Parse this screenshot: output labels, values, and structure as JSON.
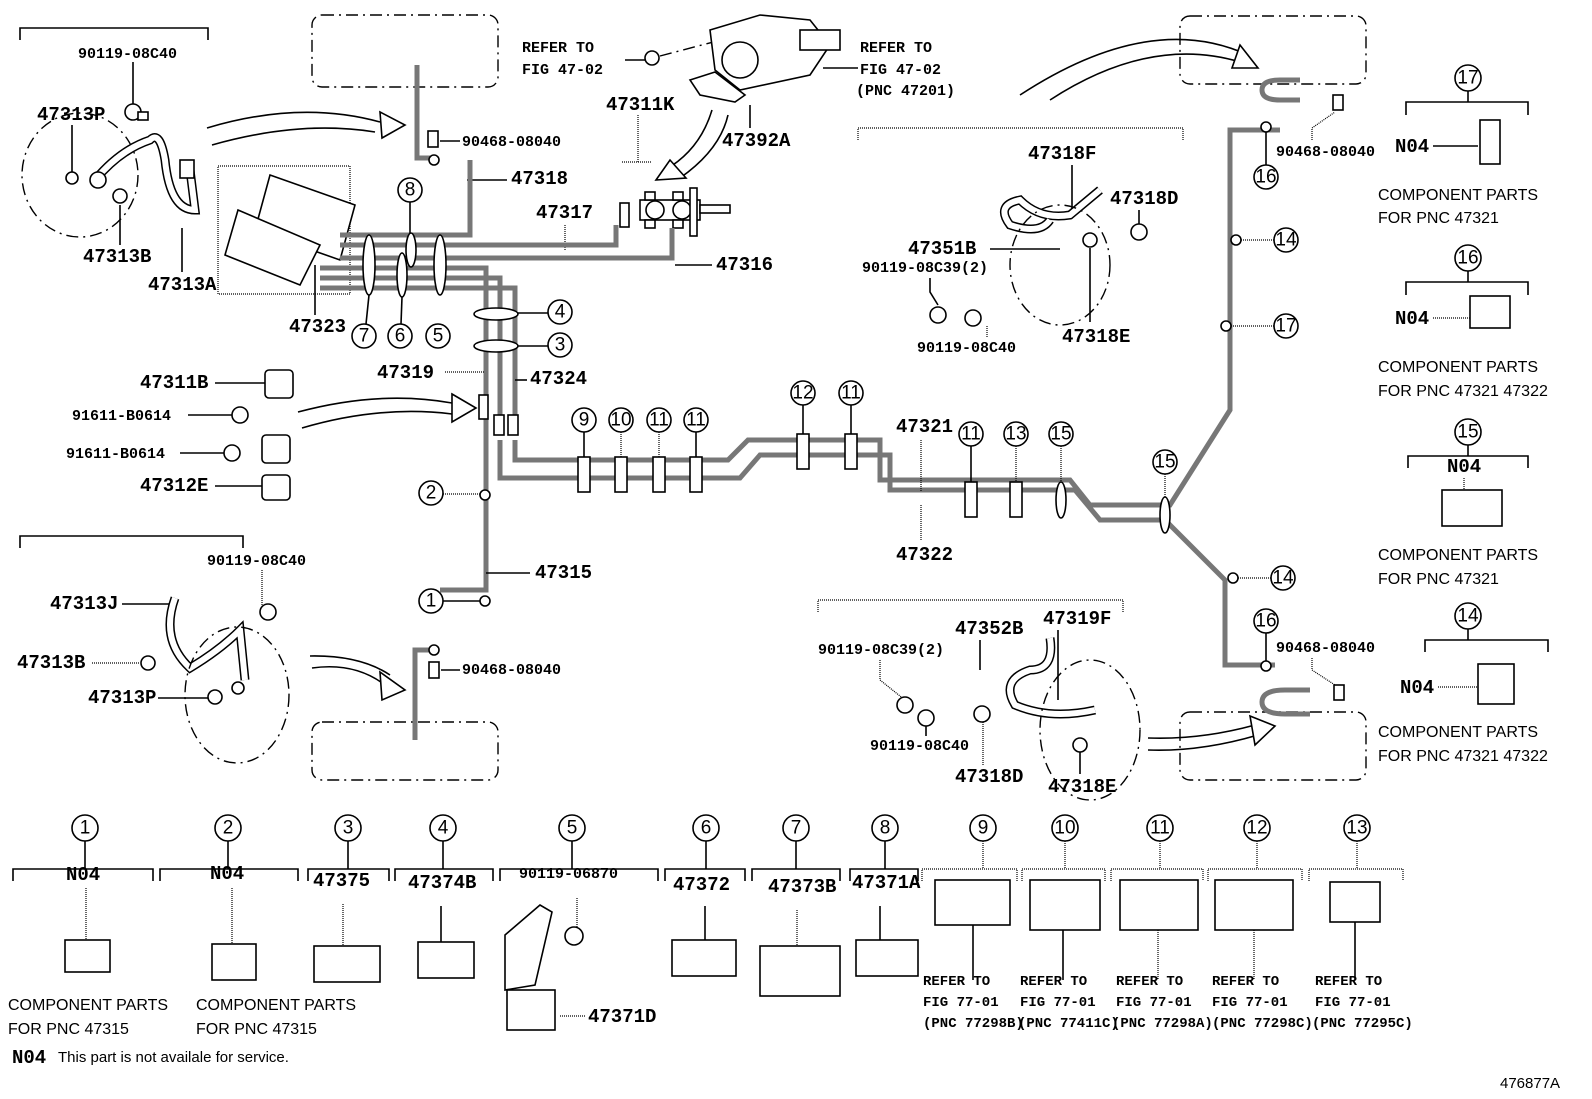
{
  "figure_id": "476877A",
  "note": {
    "code": "N04",
    "text": "This part is not availale for service."
  },
  "top_left_group": {
    "bolt": "90119-08C40",
    "labels": [
      "47313P",
      "47313B",
      "47313A"
    ]
  },
  "bottom_left_group": {
    "bolt": "90119-08C40",
    "labels": [
      "47313J",
      "47313B",
      "47313P"
    ]
  },
  "left_clamps": {
    "labels": [
      "47311B",
      "91611-B0614",
      "91611-B0614",
      "47312E"
    ]
  },
  "master_cylinder": {
    "refer_left": [
      "REFER TO",
      "FIG 47-02"
    ],
    "refer_right": [
      "REFER TO",
      "FIG 47-02",
      "(PNC 47201)"
    ],
    "labels": [
      "47311K",
      "47392A"
    ]
  },
  "main_lines": {
    "labels": {
      "clip_top_left": "90468-08040",
      "p47318": "47318",
      "p47317": "47317",
      "p47316": "47316",
      "p47323": "47323",
      "p47319": "47319",
      "p47324": "47324",
      "p47315": "47315",
      "clip_bottom_left": "90468-08040",
      "p47321": "47321",
      "p47322": "47322",
      "clip_top_right": "90468-08040",
      "clip_bottom_right": "90468-08040"
    },
    "callouts": [
      "8",
      "7",
      "6",
      "5",
      "4",
      "3",
      "2",
      "1",
      "9",
      "10",
      "11",
      "11",
      "12",
      "11",
      "11",
      "13",
      "15",
      "15",
      "16",
      "14",
      "17",
      "14",
      "16"
    ]
  },
  "right_upper_group": {
    "labels": [
      "47318F",
      "47318D",
      "47351B",
      "90119-08C39(2)",
      "90119-08C40",
      "47318E"
    ]
  },
  "right_lower_group": {
    "labels": [
      "47352B",
      "47319F",
      "90119-08C39(2)",
      "90119-08C40",
      "47318D",
      "47318E"
    ]
  },
  "right_components": [
    {
      "num": "17",
      "code": "N04",
      "caption": [
        "COMPONENT PARTS",
        "FOR PNC 47321"
      ]
    },
    {
      "num": "16",
      "code": "N04",
      "caption": [
        "COMPONENT PARTS",
        "FOR PNC 47321 47322"
      ]
    },
    {
      "num": "15",
      "code": "N04",
      "caption": [
        "COMPONENT PARTS",
        "FOR PNC 47321"
      ]
    },
    {
      "num": "14",
      "code": "N04",
      "caption": [
        "COMPONENT PARTS",
        "FOR PNC 47321 47322"
      ]
    }
  ],
  "bottom_components": [
    {
      "num": "1",
      "code": "N04",
      "caption": [
        "COMPONENT PARTS",
        "FOR PNC 47315"
      ]
    },
    {
      "num": "2",
      "code": "N04",
      "caption": [
        "COMPONENT PARTS",
        "FOR PNC 47315"
      ]
    },
    {
      "num": "3",
      "code": "47375"
    },
    {
      "num": "4",
      "code": "47374B"
    },
    {
      "num": "5",
      "code": "90119-06870",
      "sub": "47371D"
    },
    {
      "num": "6",
      "code": "47372"
    },
    {
      "num": "7",
      "code": "47373B"
    },
    {
      "num": "8",
      "code": "47371A"
    },
    {
      "num": "9",
      "refer": [
        "REFER TO",
        "FIG 77-01",
        "(PNC 77298B)"
      ]
    },
    {
      "num": "10",
      "refer": [
        "REFER TO",
        "FIG 77-01",
        "(PNC 77411C)"
      ]
    },
    {
      "num": "11",
      "refer": [
        "REFER TO",
        "FIG 77-01",
        "(PNC 77298A)"
      ]
    },
    {
      "num": "12",
      "refer": [
        "REFER TO",
        "FIG 77-01",
        "(PNC 77298C)"
      ]
    },
    {
      "num": "13",
      "refer": [
        "REFER TO",
        "FIG 77-01",
        "(PNC 77295C)"
      ]
    }
  ]
}
